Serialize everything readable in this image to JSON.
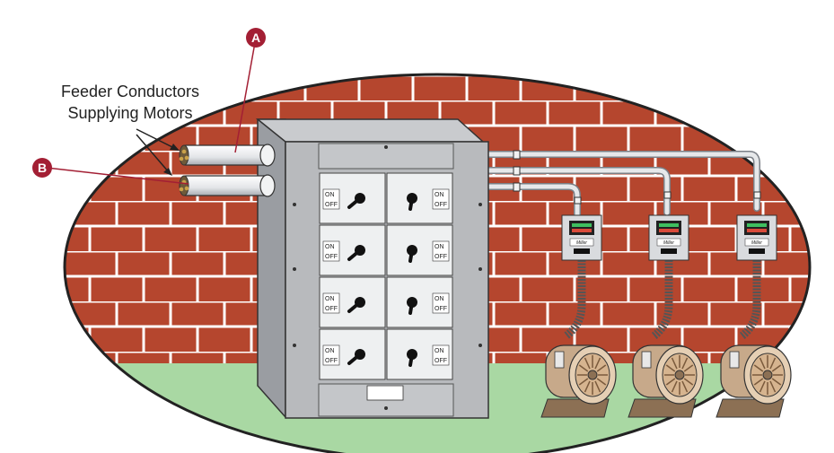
{
  "callouts": {
    "feeder_label_line1": "Feeder Conductors",
    "feeder_label_line2": "Supplying Motors",
    "marker_a": "A",
    "marker_b": "B"
  },
  "switch_labels": {
    "on": "ON",
    "off": "OFF"
  },
  "controller_brand": "Miller",
  "colors": {
    "brick": "#b5462e",
    "mortar": "#ffffff",
    "grass": "#a9d8a3",
    "panel": "#b8babd",
    "marker": "#a31f34"
  }
}
